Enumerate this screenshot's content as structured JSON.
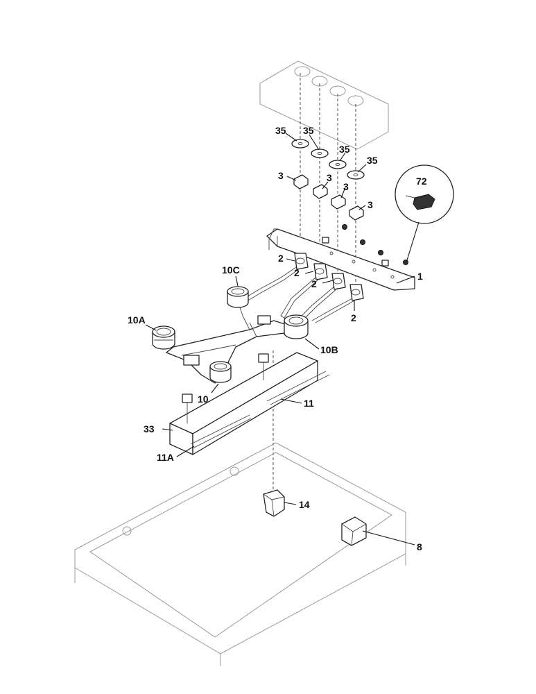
{
  "callouts": {
    "c35a": "35",
    "c35b": "35",
    "c35c": "35",
    "c35d": "35",
    "c3a": "3",
    "c3b": "3",
    "c3c": "3",
    "c3d": "3",
    "c72": "72",
    "c1": "1",
    "c2a": "2",
    "c2b": "2",
    "c2c": "2",
    "c2d": "2",
    "c10c": "10C",
    "c10a": "10A",
    "c10b": "10B",
    "c10": "10",
    "c11": "11",
    "c33": "33",
    "c11a": "11A",
    "c14": "14",
    "c8": "8"
  }
}
